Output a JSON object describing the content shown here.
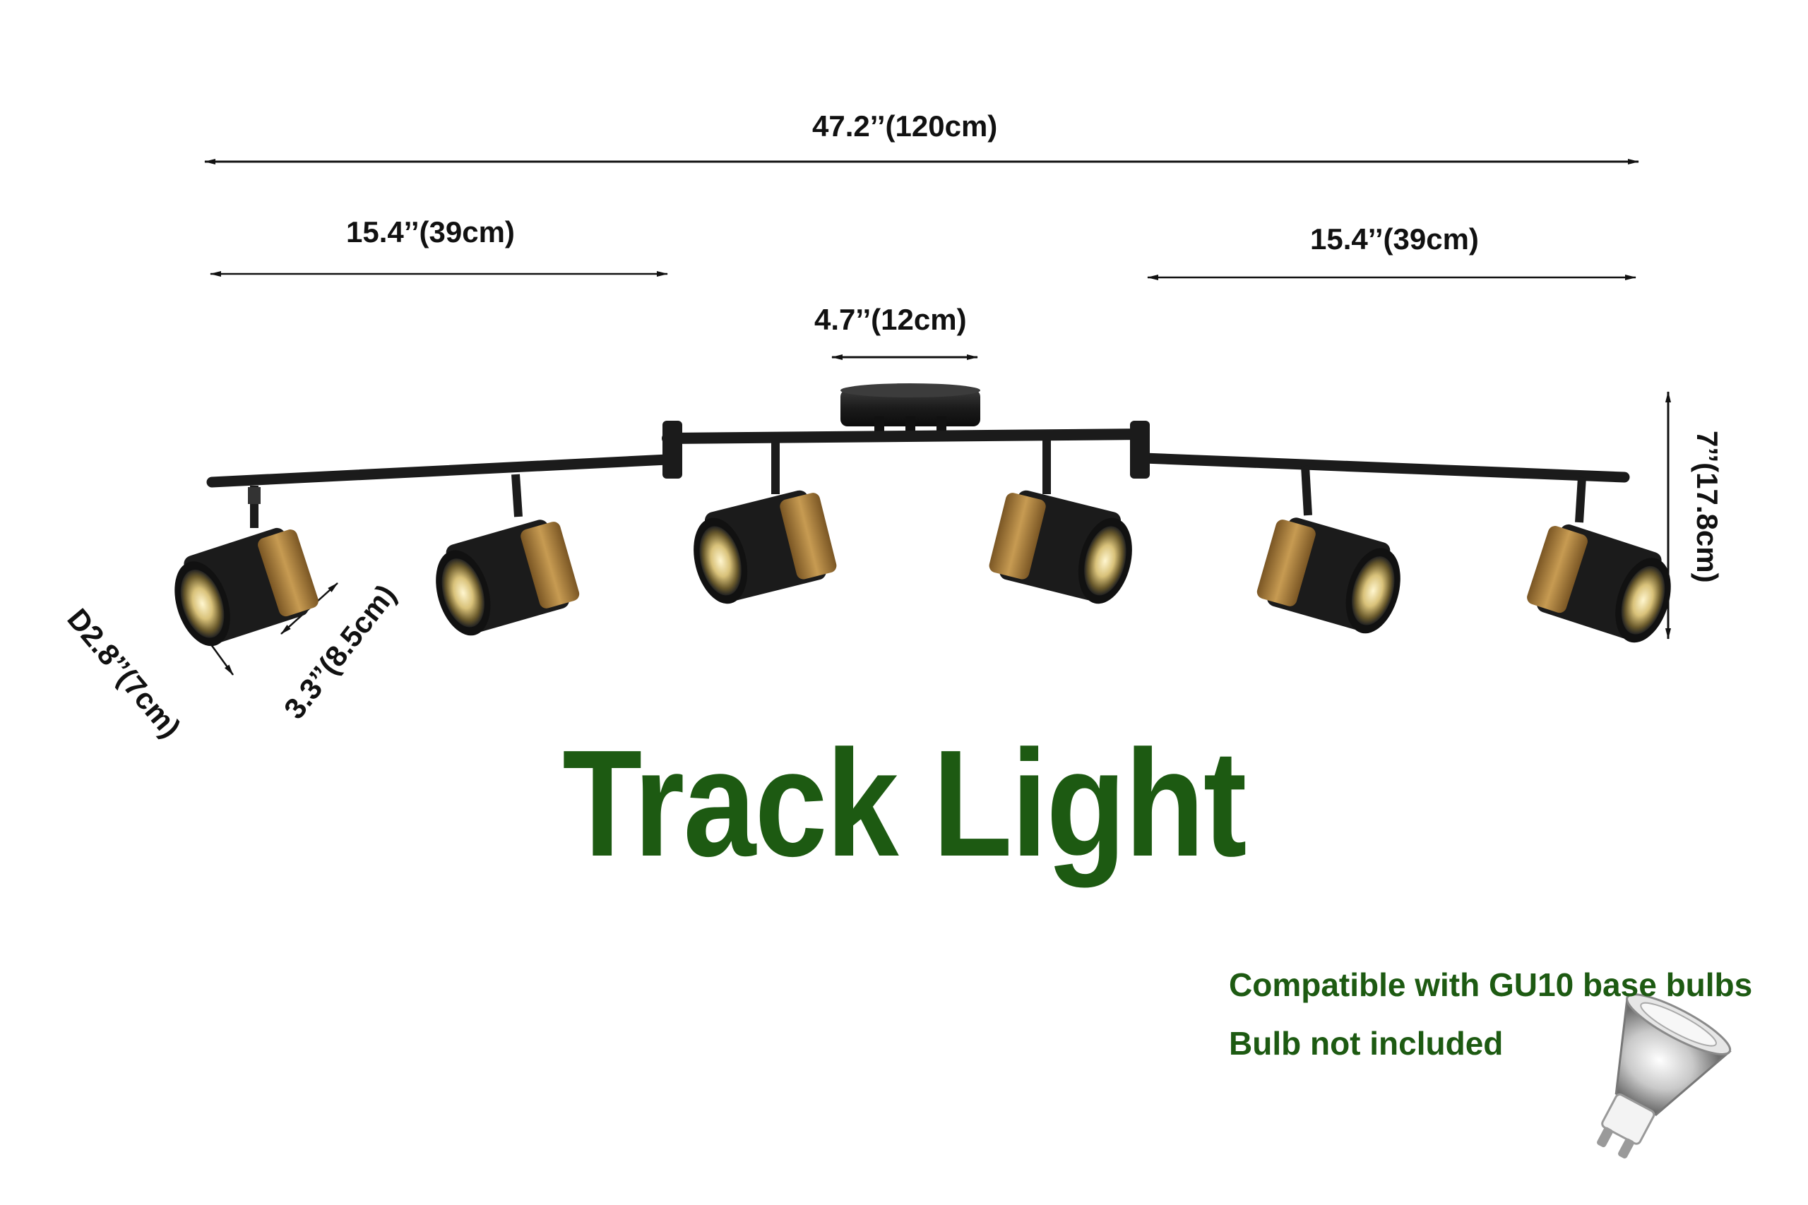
{
  "dimensions": {
    "overall_length": "47.2’’(120cm)",
    "left_arm_length": "15.4’’(39cm)",
    "right_arm_length": "15.4’’(39cm)",
    "canopy_diameter": "4.7’’(12cm)",
    "height": "7’’(17.8cm)",
    "shade_diameter": "D2.8’’(7cm)",
    "shade_length": "3.3’’(8.5cm)"
  },
  "product": {
    "title": "Track Light",
    "compatibility": "Compatible with GU10 base bulbs",
    "bulb_note": "Bulb not included"
  },
  "colors": {
    "fixture": "#1b1b1b",
    "brass": "#a57a35",
    "text_green": "#1d5a12",
    "dimension_text": "#111111"
  },
  "fixture": {
    "spotlight_count": 6,
    "icons": [
      "track-light-fixture",
      "gu10-bulb-icon"
    ]
  }
}
